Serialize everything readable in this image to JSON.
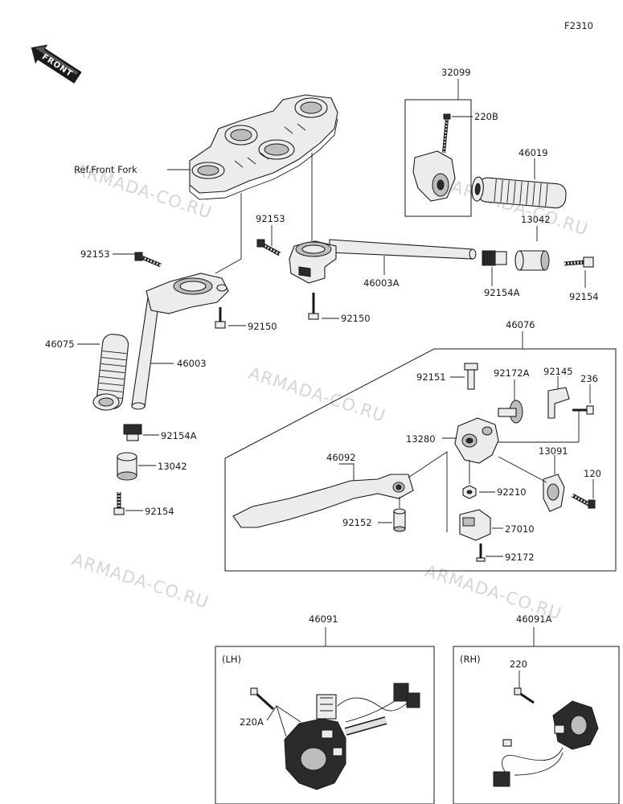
{
  "figure_code": "F2310",
  "front_label": "FRONT",
  "watermark": "ARMADA-CO.RU",
  "ref_front_fork": "Ref.Front Fork",
  "box_lh_label": "(LH)",
  "box_rh_label": "(RH)",
  "parts": {
    "p32099": "32099",
    "p220B": "220B",
    "p46019": "46019",
    "p13042_top": "13042",
    "p92153_left": "92153",
    "p92153_mid": "92153",
    "p46003A": "46003A",
    "p92154A_top": "92154A",
    "p92154_top": "92154",
    "p92150_left": "92150",
    "p92150_mid": "92150",
    "p46075": "46075",
    "p46003": "46003",
    "p46076": "46076",
    "p92151": "92151",
    "p92172A": "92172A",
    "p92145": "92145",
    "p236": "236",
    "p13280": "13280",
    "p46092": "46092",
    "p13091": "13091",
    "p120": "120",
    "p92210": "92210",
    "p92152": "92152",
    "p27010": "27010",
    "p92172": "92172",
    "p92154A_bottom": "92154A",
    "p13042_bottom": "13042",
    "p92154_bottom": "92154",
    "p46091": "46091",
    "p46091A": "46091A",
    "p220A": "220A",
    "p220": "220"
  }
}
